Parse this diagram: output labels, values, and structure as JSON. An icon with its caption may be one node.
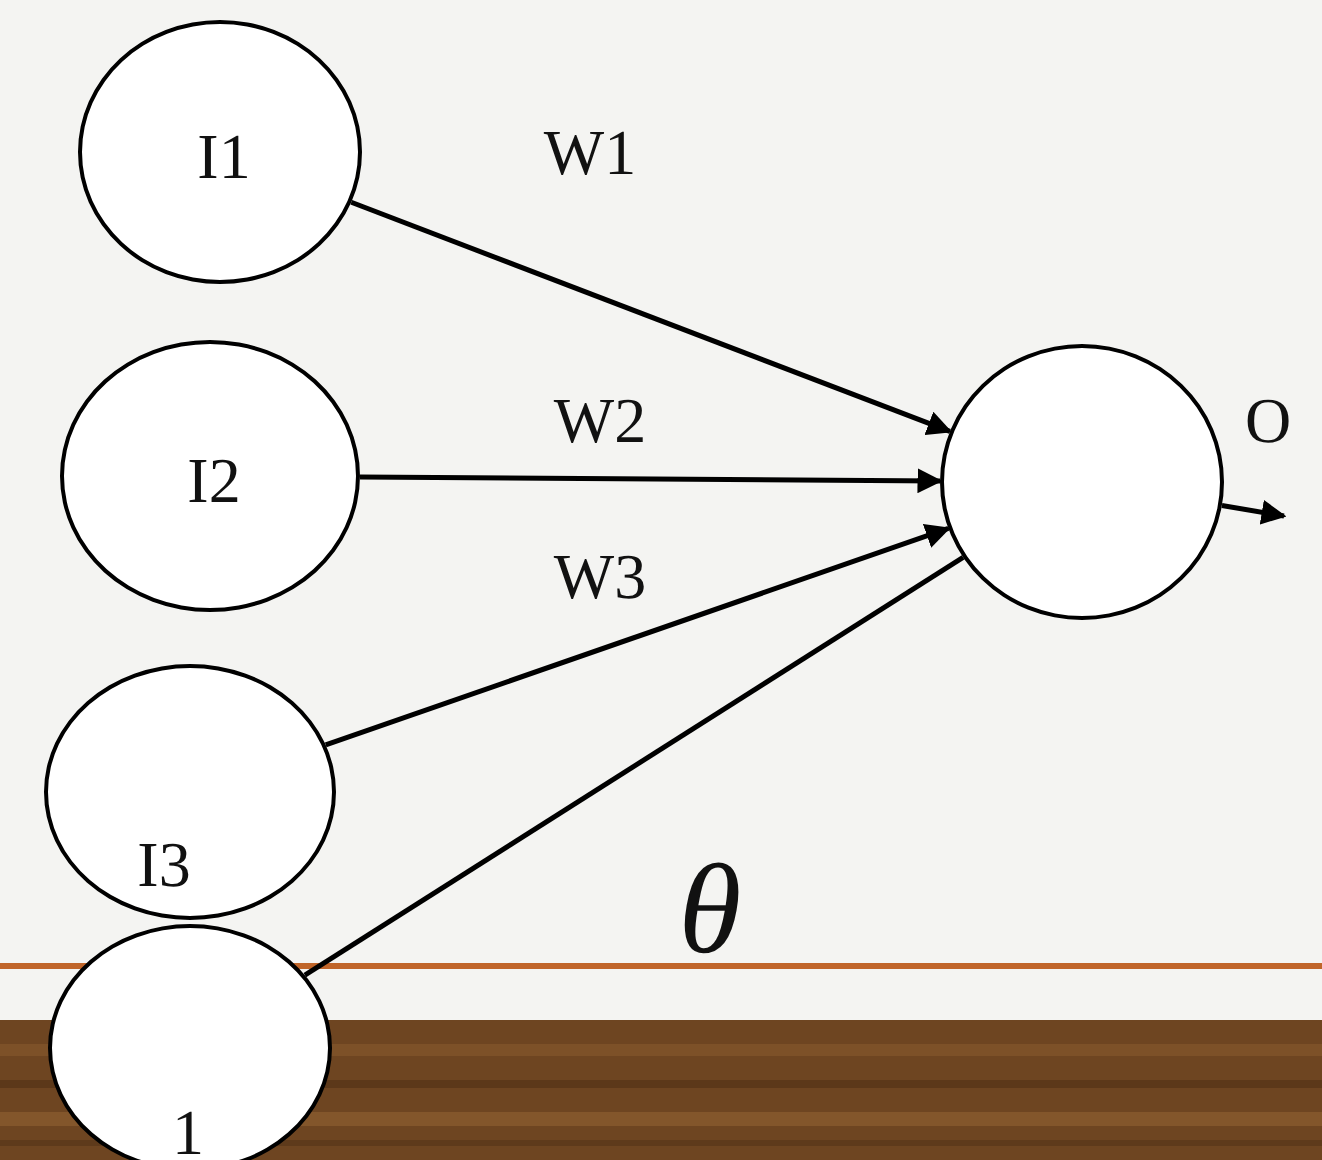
{
  "diagram": {
    "nodes": [
      {
        "text": [
          "I1"
        ]
      },
      {
        "text": [
          "I2"
        ]
      },
      {
        "text": [
          "I3"
        ]
      },
      {
        "text": [
          "1"
        ]
      },
      {
        "text": [],
        "shape": "circle"
      }
    ],
    "edges": [
      {
        "from": 0,
        "to": 4,
        "arrow": "to",
        "label": "W1"
      },
      {
        "from": 1,
        "to": 4,
        "arrow": "to",
        "label": "W2"
      },
      {
        "from": 2,
        "to": 4,
        "arrow": "to",
        "label": "W3"
      },
      {
        "from": 3,
        "to": 4,
        "arrow": "none",
        "label": "θ"
      },
      {
        "from": 4,
        "to": null,
        "arrow": "to",
        "label": "O"
      }
    ]
  }
}
